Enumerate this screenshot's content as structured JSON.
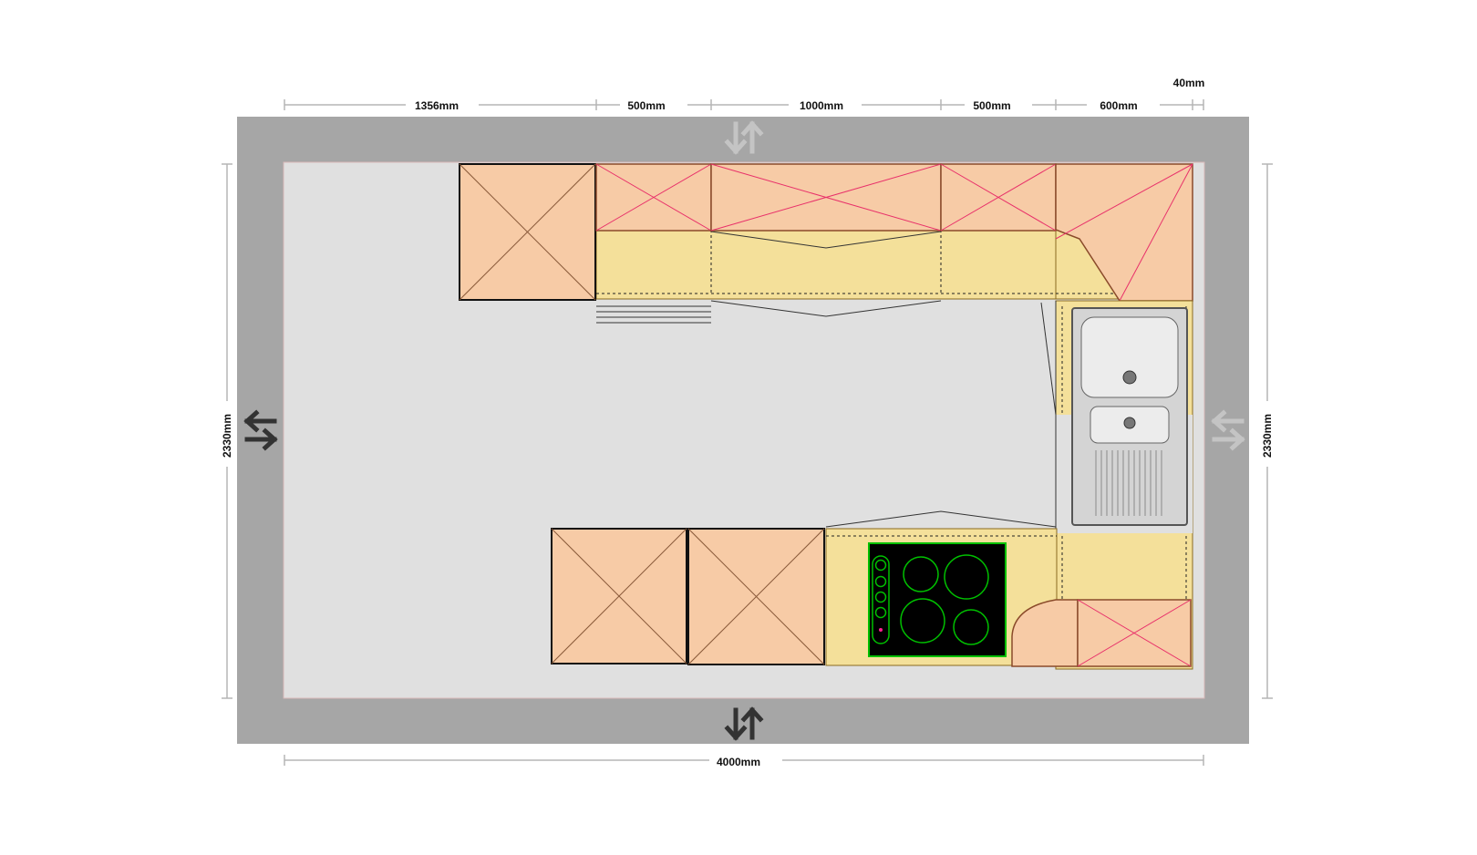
{
  "dimensions": {
    "top": [
      "1356mm",
      "500mm",
      "1000mm",
      "500mm",
      "600mm"
    ],
    "top_right_offset": "40mm",
    "bottom": "4000mm",
    "left": "2330mm",
    "right": "2330mm"
  },
  "colors": {
    "wall": "#a6a6a6",
    "floor": "#e0e0e0",
    "base_unit": "#f7cba6",
    "countertop": "#f4e09a",
    "hob": "#000000",
    "hob_rings": "#00c000",
    "sink": "#d9d9d9",
    "wall_unit_cross": "#e8306a",
    "door_arrow_active": "#333333",
    "door_arrow_inactive": "#c4c4c4"
  },
  "icons": {
    "door_top": "swap-vertical-arrows-icon",
    "door_bottom": "swap-vertical-arrows-icon",
    "door_left": "swap-horizontal-arrows-icon",
    "door_right": "swap-horizontal-arrows-icon"
  }
}
